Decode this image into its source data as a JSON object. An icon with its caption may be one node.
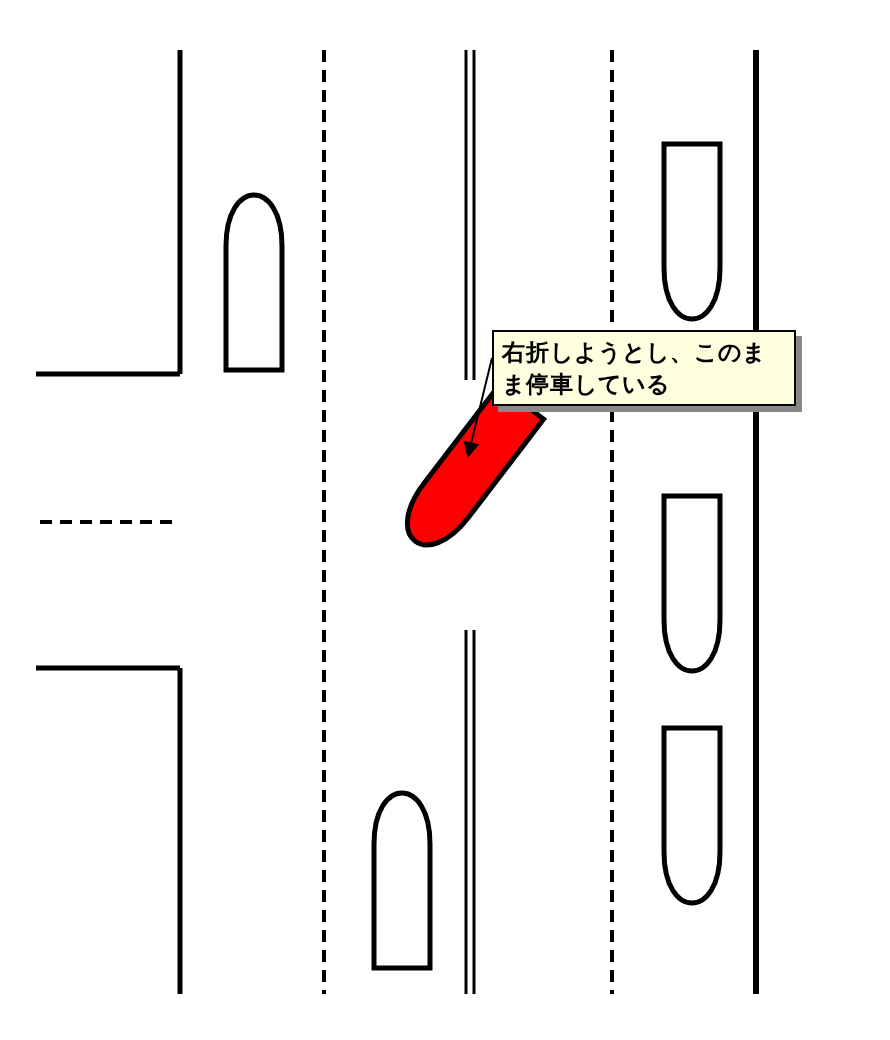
{
  "diagram": {
    "nodes": [
      {
        "text": [
          "右折しようとし、このまま停車している"
        ]
      },
      {
        "text": [],
        "shape": "car"
      }
    ],
    "edges": [
      {
        "from": 0,
        "to": 1,
        "arrow": "to"
      }
    ]
  }
}
